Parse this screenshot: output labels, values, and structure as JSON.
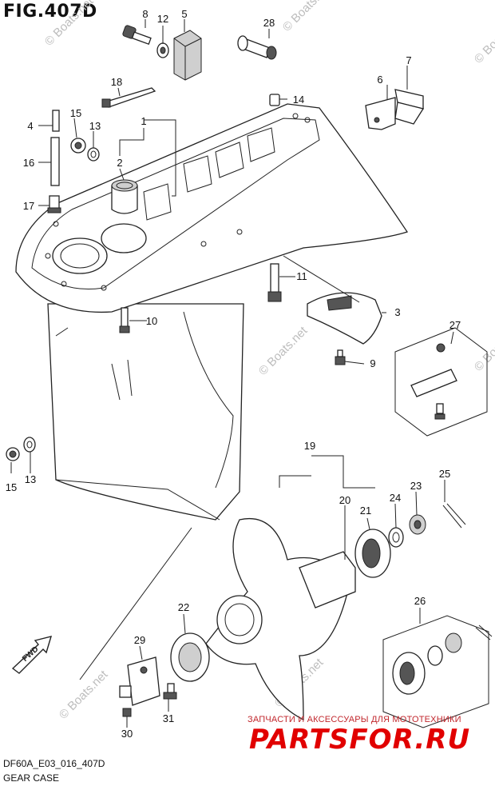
{
  "figure": {
    "title": "FIG.407D",
    "model_code": "DF60A_E03_016_407D",
    "caption": "GEAR CASE"
  },
  "watermarks": {
    "site": "© Boats.net"
  },
  "branding": {
    "tagline": "ЗАПЧАСТИ И АКСЕССУАРЫ ДЛЯ МОТОТЕХНИКИ",
    "logo": "PARTSFOR.RU"
  },
  "direction_arrow": {
    "label": "FWD"
  },
  "callouts": [
    {
      "n": "1"
    },
    {
      "n": "2"
    },
    {
      "n": "3"
    },
    {
      "n": "4"
    },
    {
      "n": "5"
    },
    {
      "n": "6"
    },
    {
      "n": "7"
    },
    {
      "n": "8"
    },
    {
      "n": "9"
    },
    {
      "n": "10"
    },
    {
      "n": "11"
    },
    {
      "n": "12"
    },
    {
      "n": "13"
    },
    {
      "n": "14"
    },
    {
      "n": "15"
    },
    {
      "n": "16"
    },
    {
      "n": "17"
    },
    {
      "n": "18"
    },
    {
      "n": "19"
    },
    {
      "n": "20"
    },
    {
      "n": "21"
    },
    {
      "n": "22"
    },
    {
      "n": "23"
    },
    {
      "n": "24"
    },
    {
      "n": "25"
    },
    {
      "n": "26"
    },
    {
      "n": "27"
    },
    {
      "n": "28"
    },
    {
      "n": "29"
    },
    {
      "n": "30"
    },
    {
      "n": "31"
    },
    {
      "n": "13"
    },
    {
      "n": "15"
    }
  ],
  "colors": {
    "line": "#222222",
    "watermark": "#bdbdbd",
    "brand_red": "#e10000"
  }
}
